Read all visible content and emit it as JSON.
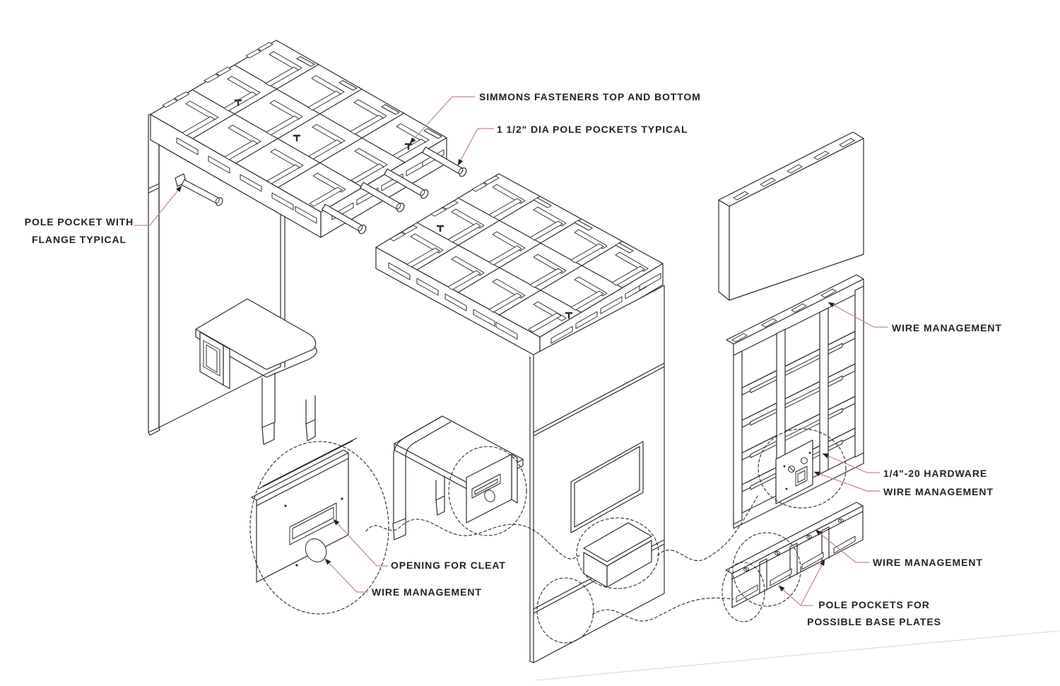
{
  "diagram": {
    "type": "isometric-exploded-assembly-drawing",
    "background_color": "#ffffff",
    "line_color": "#2b2b2b",
    "leader_line_color": "#c4878a",
    "labels": {
      "simmons_fasteners": "SIMMONS FASTENERS TOP AND BOTTOM",
      "pole_pockets_dia": "1 1/2\" DIA POLE POCKETS TYPICAL",
      "pole_pocket_flange_line1": "POLE POCKET WITH",
      "pole_pocket_flange_line2": "FLANGE TYPICAL",
      "wire_management_frame": "WIRE MANAGEMENT",
      "hardware": "1/4\"-20 HARDWARE",
      "wire_management_hardware": "WIRE MANAGEMENT",
      "wire_management_base": "WIRE MANAGEMENT",
      "pole_pockets_base_line1": "POLE POCKETS FOR",
      "pole_pockets_base_line2": "POSSIBLE BASE PLATES",
      "opening_for_cleat": "OPENING FOR CLEAT",
      "wire_management_desk": "WIRE MANAGEMENT"
    }
  }
}
